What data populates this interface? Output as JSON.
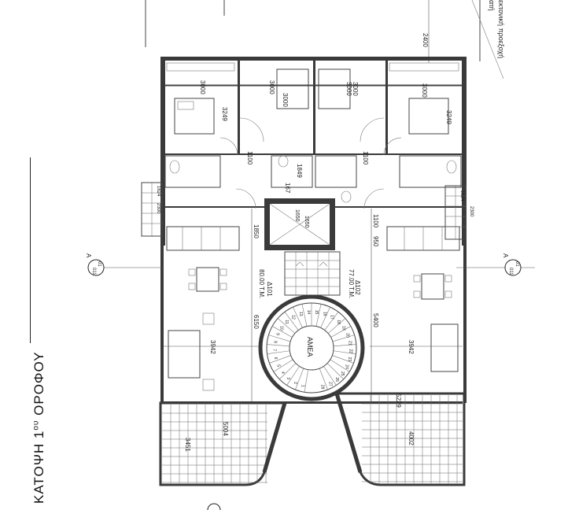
{
  "title": "ΚΑΤΟΨΗ 1ου ΟΡΟΦΟΥ",
  "title_main": "ΚΑΤΟΨΗ 1",
  "title_sup": "ου",
  "title_tail": "ΟΡΟΦΟΥ",
  "top_right_note_1": "ατή",
  "top_right_note_2": "εκτονική προεξοχή",
  "section_left": {
    "letter": "A",
    "num": "01",
    "sheet": "011"
  },
  "section_right": {
    "letter": "A",
    "num": "01",
    "sheet": "011"
  },
  "dims": {
    "d2400": "2400",
    "d3000a": "3000",
    "d3000b": "3000",
    "d3000c": "3000",
    "d3000d": "3000",
    "d3000e": "3000",
    "d3000f": "3000",
    "d3000g": "3000",
    "d3249a": "3249",
    "d3249b": "3249",
    "d1100a": "1100",
    "d1100b": "1100",
    "d1100c": "1100",
    "d1849": "1849",
    "d167": "167",
    "d1650a": "1650",
    "d1650b": "1650",
    "d1850": "1850",
    "d950": "950",
    "d6150": "6150",
    "d5400": "5400",
    "d3942a": "3942",
    "d3942b": "3942",
    "d5229": "5229",
    "d4002": "4002",
    "d5004": "5004",
    "d3451": "3451",
    "d1624a": "1624",
    "d2300a": "2300",
    "d1624b": "1624",
    "d2300b": "2300"
  },
  "apartments": {
    "left": {
      "code": "Δ101",
      "area": "80.00 Τ.Μ."
    },
    "right": {
      "code": "Δ102",
      "area": "77.00 Τ.Μ."
    }
  },
  "stair_label": "ΑΜΕΑ",
  "stair_steps": [
    "1",
    "2",
    "3",
    "4",
    "5",
    "6",
    "7",
    "8",
    "9",
    "10",
    "11",
    "12",
    "13",
    "14",
    "15",
    "16",
    "17",
    "18",
    "19",
    "20",
    "21",
    "22",
    "23",
    "24",
    "25",
    "26",
    "27",
    "28"
  ]
}
